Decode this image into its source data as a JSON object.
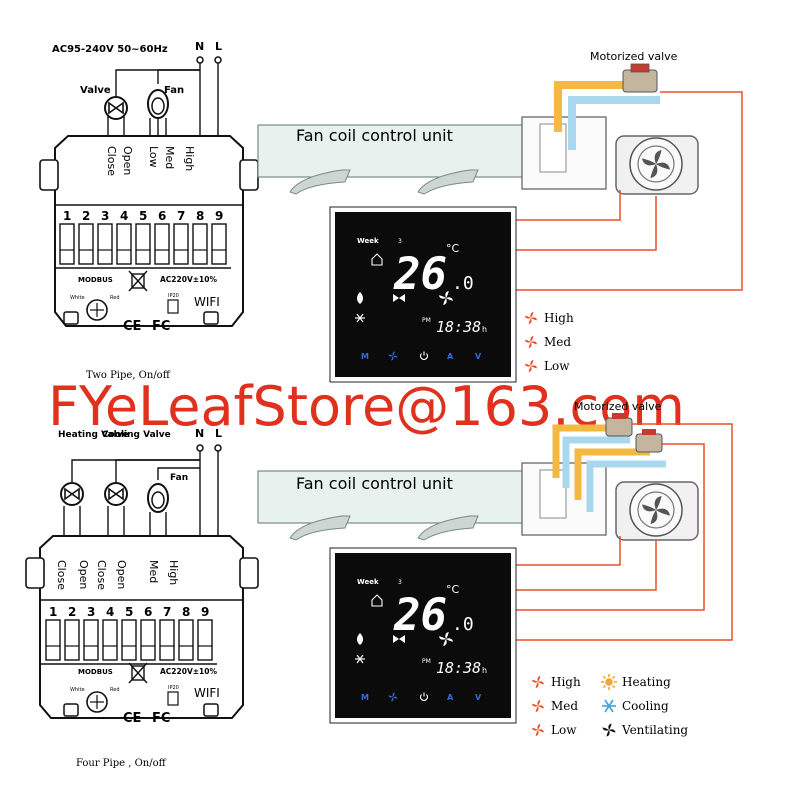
{
  "power_supply": "AC95-240V  50~60Hz",
  "neutral_label": "N",
  "live_label": "L",
  "top_section": {
    "valve_label": "Valve",
    "fan_label": "Fan",
    "terminal_labels": [
      "Close",
      "Open",
      "Low",
      "Med",
      "High"
    ],
    "caption": "Two Pipe, On/off",
    "motorized_valve_label": "Motorized valve",
    "fan_coil_label": "Fan coil control unit"
  },
  "bottom_section": {
    "heating_valve_label": "Heating Valve",
    "cooling_valve_label": "Cooling Valve",
    "fan_label": "Fan",
    "terminal_labels": [
      "Close",
      "Open",
      "Close",
      "Open",
      "Med",
      "High"
    ],
    "caption": "Four Pipe , On/off",
    "motorized_valve_label": "Motorized valve",
    "fan_coil_label": "Fan coil control unit"
  },
  "terminal_numbers": [
    "1",
    "2",
    "3",
    "4",
    "5",
    "6",
    "7",
    "8",
    "9"
  ],
  "base_plate": {
    "modbus": "MODBUS",
    "white": "White",
    "red": "Red",
    "ac_rating": "AC220V±10%",
    "ip_rating": "IP20",
    "wifi": "WIFI",
    "ce": "CE",
    "fc": "FC"
  },
  "thermostat": {
    "week_label": "Week",
    "day_number": "3",
    "temperature": "26",
    "temperature_decimal": ".0",
    "temperature_unit": "°C",
    "pm_label": "PM",
    "time": "18:38",
    "time_suffix": "h",
    "buttons": [
      "M",
      "fan",
      "power",
      "A",
      "V"
    ]
  },
  "legend_top": [
    "High",
    "Med",
    "Low"
  ],
  "legend_bottom": {
    "speeds": [
      "High",
      "Med",
      "Low"
    ],
    "modes": [
      "Heating",
      "Cooling",
      "Ventilating"
    ]
  },
  "watermark": "FYeLeafStore@163.com",
  "colors": {
    "wire_orange": "#e8502a",
    "pipe_hot": "#f4b942",
    "pipe_cold": "#a9d8ee",
    "panel_black": "#0b0b0b",
    "button_blue": "#2f6fe0",
    "watermark_red": "#e0301e",
    "fan_coil_fill": "#e7f2ef"
  }
}
